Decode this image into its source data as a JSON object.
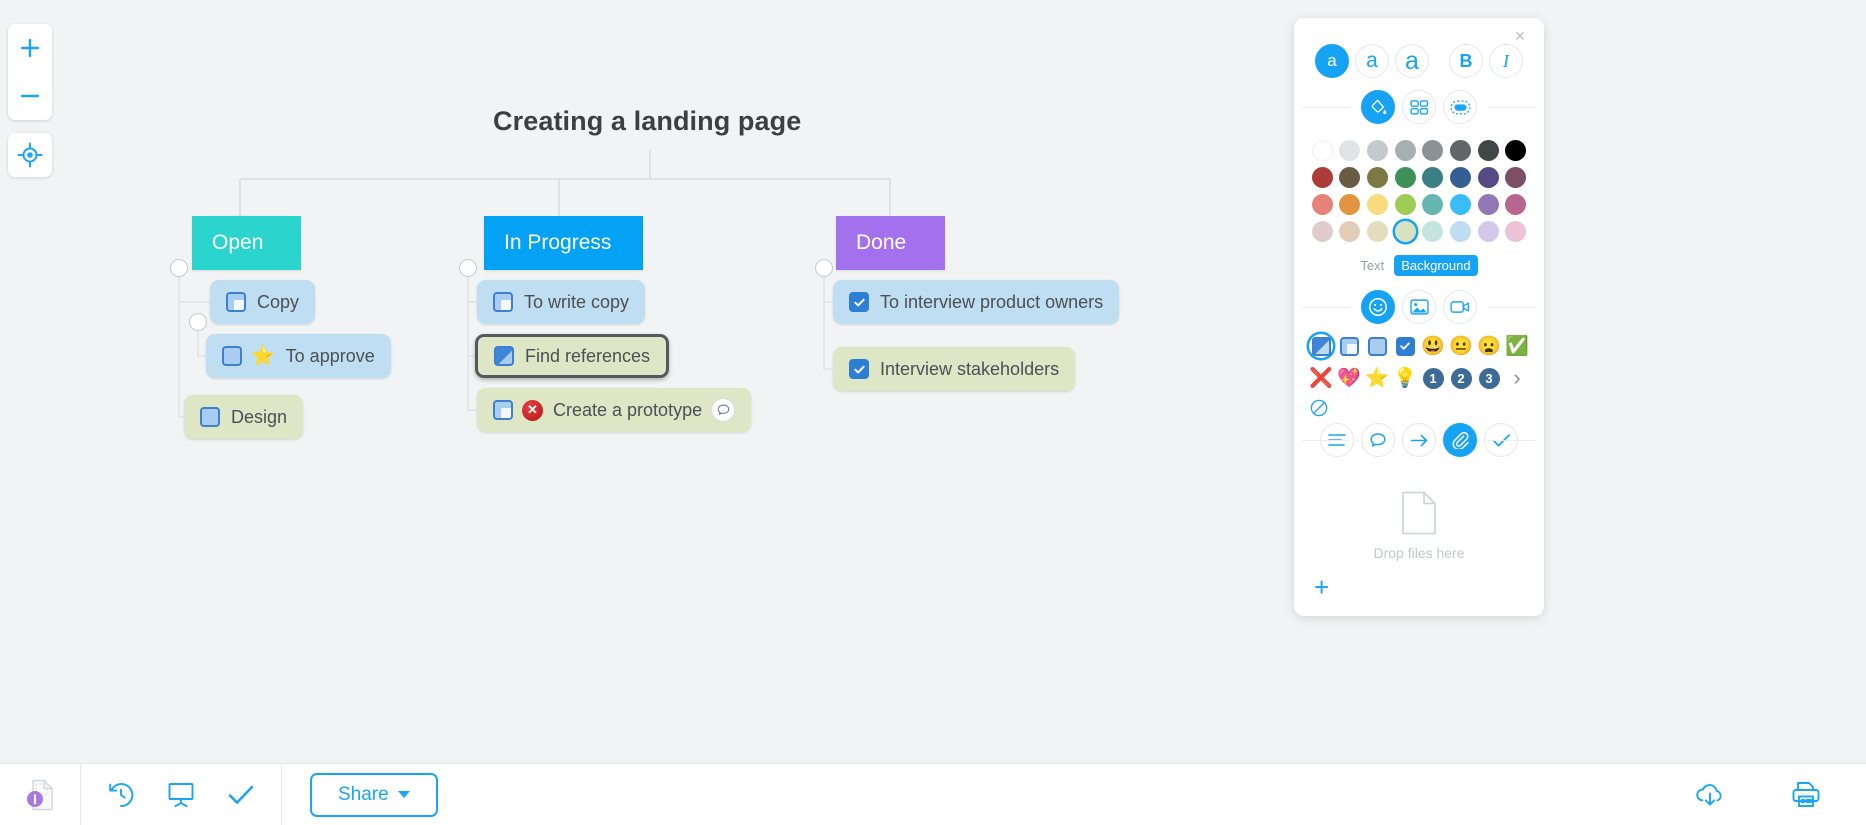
{
  "canvas": {
    "background_color": "#f1f3f4",
    "zoom_in_label": "+",
    "zoom_out_label": "−"
  },
  "map": {
    "title": "Creating a landing page",
    "columns": [
      {
        "label": "Open",
        "color": "#2bd4cd",
        "nodes": [
          {
            "text": "Copy",
            "bg": "#bfdef2",
            "icon": "sq-fold",
            "emoji": "",
            "selected": false,
            "comment": false
          },
          {
            "text": "To approve",
            "bg": "#bfdef2",
            "icon": "sq",
            "emoji": "⭐",
            "selected": false,
            "comment": false
          },
          {
            "text": "Design",
            "bg": "#dde6c5",
            "icon": "sq",
            "emoji": "",
            "selected": false,
            "comment": false
          }
        ]
      },
      {
        "label": "In Progress",
        "color": "#03a2f4",
        "nodes": [
          {
            "text": "To write copy",
            "bg": "#bfdef2",
            "icon": "sq-fold",
            "emoji": "",
            "selected": false,
            "comment": false
          },
          {
            "text": "Find references",
            "bg": "#dde6c5",
            "icon": "sq-half",
            "emoji": "",
            "selected": true,
            "comment": false
          },
          {
            "text": "Create a prototype",
            "bg": "#dde6c5",
            "icon": "sq-fold",
            "emoji": "error-x",
            "selected": false,
            "comment": true
          }
        ]
      },
      {
        "label": "Done",
        "color": "#a371ed",
        "nodes": [
          {
            "text": "To interview product owners",
            "bg": "#bfdef2",
            "icon": "sq-check",
            "emoji": "",
            "selected": false,
            "comment": false
          },
          {
            "text": "Interview stakeholders",
            "bg": "#dde6c5",
            "icon": "sq-check",
            "emoji": "",
            "selected": false,
            "comment": false
          }
        ]
      }
    ]
  },
  "panel": {
    "close_label": "×",
    "font_buttons": [
      {
        "name": "font-size-small",
        "label": "a",
        "active": true
      },
      {
        "name": "font-size-medium",
        "label": "a",
        "active": false
      },
      {
        "name": "font-size-large",
        "label": "a",
        "active": false
      },
      {
        "name": "bold",
        "label": "B",
        "active": false
      },
      {
        "name": "italic",
        "label": "I",
        "active": false
      }
    ],
    "style_buttons": [
      {
        "name": "fill-color",
        "active": true
      },
      {
        "name": "layout-grid",
        "active": false
      },
      {
        "name": "border-style",
        "active": false
      }
    ],
    "colors": {
      "row1": [
        "#ffffff",
        "#dfe4e7",
        "#c3cacd",
        "#a8afb3",
        "#8b9296",
        "#5f6569",
        "#414749",
        "#000000"
      ],
      "row2": [
        "#ab3c38",
        "#6a5b45",
        "#7d7943",
        "#3e9158",
        "#3a7f84",
        "#345f92",
        "#564b85",
        "#7c4f66"
      ],
      "row3": [
        "#e7827a",
        "#e39440",
        "#f9dc7f",
        "#9fcb57",
        "#66b6b2",
        "#3bbdf9",
        "#9179b8",
        "#b7668f"
      ],
      "row4": [
        "#e0cdcb",
        "#e1cdb8",
        "#e4ddbd",
        "#d8e2c1",
        "#c5e4e0",
        "#bfdcf0",
        "#d5c7ea",
        "#ecc2d8"
      ],
      "selected_index": 27
    },
    "text_bg_toggle": {
      "text_label": "Text",
      "background_label": "Background",
      "selected": "Background"
    },
    "media_buttons": [
      {
        "name": "emoji",
        "active": true
      },
      {
        "name": "image",
        "active": false
      },
      {
        "name": "video",
        "active": false
      }
    ],
    "icon_row1": [
      {
        "name": "progress-quarter",
        "selected": true
      },
      {
        "name": "progress-corner",
        "selected": false
      },
      {
        "name": "progress-empty",
        "selected": false
      },
      {
        "name": "progress-checked",
        "selected": false
      },
      {
        "name": "smile",
        "glyph": "😃",
        "selected": false
      },
      {
        "name": "neutral",
        "glyph": "😐",
        "selected": false
      },
      {
        "name": "frown",
        "glyph": "😦",
        "selected": false
      },
      {
        "name": "check-green",
        "glyph": "✅",
        "selected": false
      }
    ],
    "icon_row2": [
      {
        "name": "error-x",
        "glyph": "❌",
        "selected": false
      },
      {
        "name": "heart",
        "glyph": "💖",
        "selected": false
      },
      {
        "name": "star",
        "glyph": "⭐",
        "selected": false
      },
      {
        "name": "lightbulb",
        "glyph": "💡",
        "selected": false
      },
      {
        "name": "number-one",
        "glyph": "1",
        "selected": false
      },
      {
        "name": "number-two",
        "glyph": "2",
        "selected": false
      },
      {
        "name": "number-three",
        "glyph": "3",
        "selected": false
      },
      {
        "name": "more-chevron",
        "glyph": "›",
        "selected": false
      }
    ],
    "action_buttons": [
      {
        "name": "notes",
        "active": false
      },
      {
        "name": "comment",
        "active": false
      },
      {
        "name": "link-arrow",
        "active": false
      },
      {
        "name": "attachment",
        "active": true
      },
      {
        "name": "task-check",
        "active": false
      }
    ],
    "dropzone_label": "Drop files here",
    "add_label": "+"
  },
  "bottombar": {
    "left_icon": "document-info-icon",
    "tools": [
      {
        "name": "history-icon"
      },
      {
        "name": "presentation-icon"
      },
      {
        "name": "task-check-icon"
      }
    ],
    "share_label": "Share",
    "right_tools": [
      {
        "name": "cloud-download-icon"
      },
      {
        "name": "print-icon"
      }
    ]
  },
  "accent": "#19a6f7"
}
